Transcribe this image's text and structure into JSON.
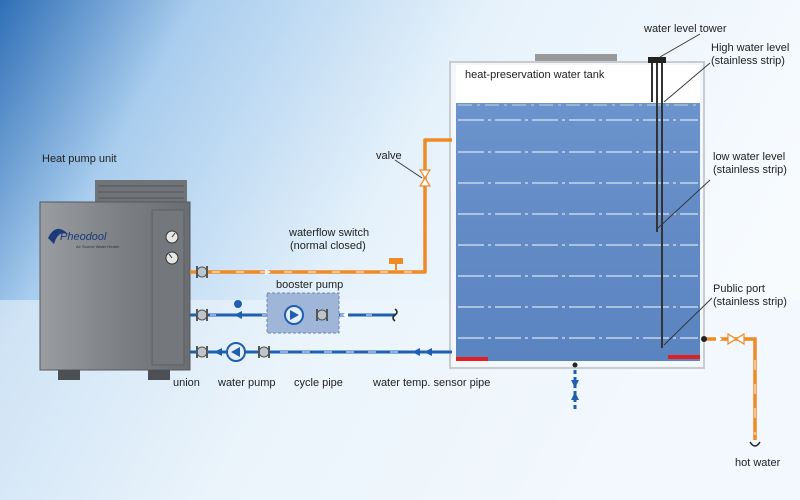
{
  "labels": {
    "heat_pump_unit": "Heat pump unit",
    "brand": "Pheodool",
    "brand_tag": "Air Source Water Heater",
    "water_level_tower": "water level tower",
    "high_water_level": "High water level",
    "high_water_level_sub": "(stainless strip)",
    "tank_title": "heat-preservation water tank",
    "valve": "valve",
    "low_water_level": "low water level",
    "low_water_level_sub": "(stainless strip)",
    "waterflow_switch": "waterflow switch",
    "waterflow_switch_sub": "(normal closed)",
    "booster_pump": "booster pump",
    "public_port": "Public port",
    "public_port_sub": "(stainless strip)",
    "union": "union",
    "water_pump": "water pump",
    "cycle_pipe": "cycle pipe",
    "water_temp_sensor_pipe": "water temp. sensor pipe",
    "hot_water": "hot water"
  },
  "colors": {
    "hot_pipe": "#f08a24",
    "cold_pipe": "#1f5fb0",
    "tank_water": "#5f88c4",
    "sensor_red": "#e02020",
    "unit_body": "#8c8f93"
  }
}
